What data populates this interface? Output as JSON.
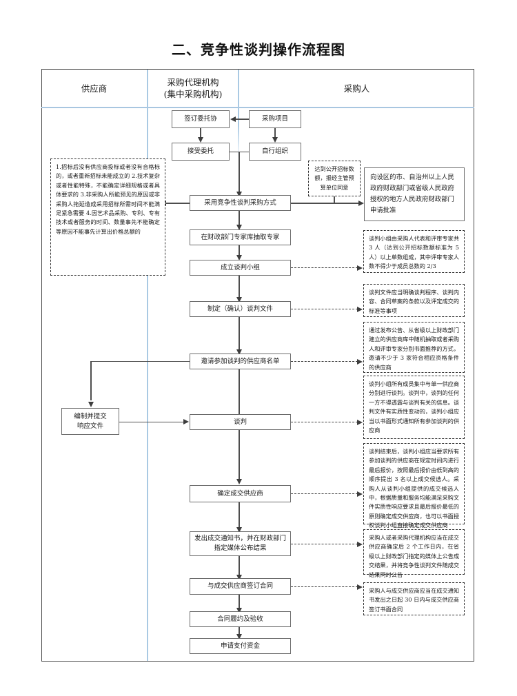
{
  "title": "二、竞争性谈判操作流程图",
  "columns": [
    {
      "label": "供应商"
    },
    {
      "label": "采购代理机构",
      "label2": "(集中采购机构)"
    },
    {
      "label": "采购人"
    }
  ],
  "nodes": {
    "sign_entrust": "签订委托协",
    "purchase_project": "采购项目",
    "accept_entrust": "接受委托",
    "self_organize": "自行组织",
    "adopt_method": "采用竞争性谈判采购方式",
    "draw_experts": "在财政部门专家库抽取专家",
    "form_group": "成立谈判小组",
    "make_docs": "制定（确认）谈判文件",
    "invite_list": "邀请参加谈判的供应商名单",
    "prepare_response": "编制并提交\n响应文件",
    "negotiate": "谈判",
    "determine_supplier": "确定成交供应商",
    "issue_notice": "发出成交通知书，并在财政部门指定媒体公布结果",
    "sign_contract": "与成交供应商签订合同",
    "perform_accept": "合同履约及验收",
    "apply_payment": "申请支付资金",
    "approval_box": "向设区的市、自治州以上人民政府财政部门或省级人民政府授权的地方人民政府财政部门申请批准"
  },
  "notes": {
    "conditions": "1.招标后没有供应商投标或者没有合格标的，或者重新招标未能成立的\n2.技术复杂或者性能特殊，不能确定详细规格或者具体要求的\n3.非采购人所能预见的原因或非采购人拖延造成采用招标所需时间不能满足紧急需要\n4.因艺术品采购、专利、专有技术或者服务的时间、数量事先不能确定等原因不能事先计算出价格总额的",
    "threshold": "达到公开招标数额，报经主管预算单位同意",
    "group_composition": "谈判小组由采购人代表和评审专家共 3 人（达到公开招标数额标准为 5 人）以上单数组成，其中评审专家人数不得少于成员总数的 2/3",
    "doc_contents": "谈判文件应当明确谈判程序、谈判内容、合同草案的条款以及评定成交的标准等事项",
    "invite_method": "通过发布公告、从省级以上财政部门建立的供应商库中随机抽取或者采购人和评审专家分别书面推荐的方式，邀请不少于 3 家符合相应资格条件的供应商",
    "negotiation_rules": "谈判小组所有成员集中与单一供应商分别进行谈判。谈判中，谈判的任何一方不得透露与谈判有关的信息。谈判文件有实质性变动的，谈判小组应当以书面形式通知所有参加谈判的供应商",
    "final_offer": "谈判结束后，谈判小组应当要求所有参加谈判的供应商在规定时间内进行最后报价，按照最后报价由低到高的顺序提出 3 名以上成交候选人。采购人从谈判小组提供的成交候选人中，根据质量和服务均能满足采购文件实质性响应要求且最后报价最低的原则确定成交供应商，也可以书面授权谈判小组直接确定成交供应商",
    "announce_result": "采购人或者采购代理机构应当在成交供应商确定后 2 个工作日内，在省级以上财政部门指定的媒体上公告成交结果，并将竞争性谈判文件随成交结果同时公告",
    "contract_period": "采购人与成交供应商应当在成交通知书发出之日起 30 日内与成交供应商签订书面合同"
  },
  "colors": {
    "divider": "#a9c9e3",
    "frame": "#4a4a4a",
    "line": "#4d4d4d",
    "node_border": "#6b6b6b"
  }
}
